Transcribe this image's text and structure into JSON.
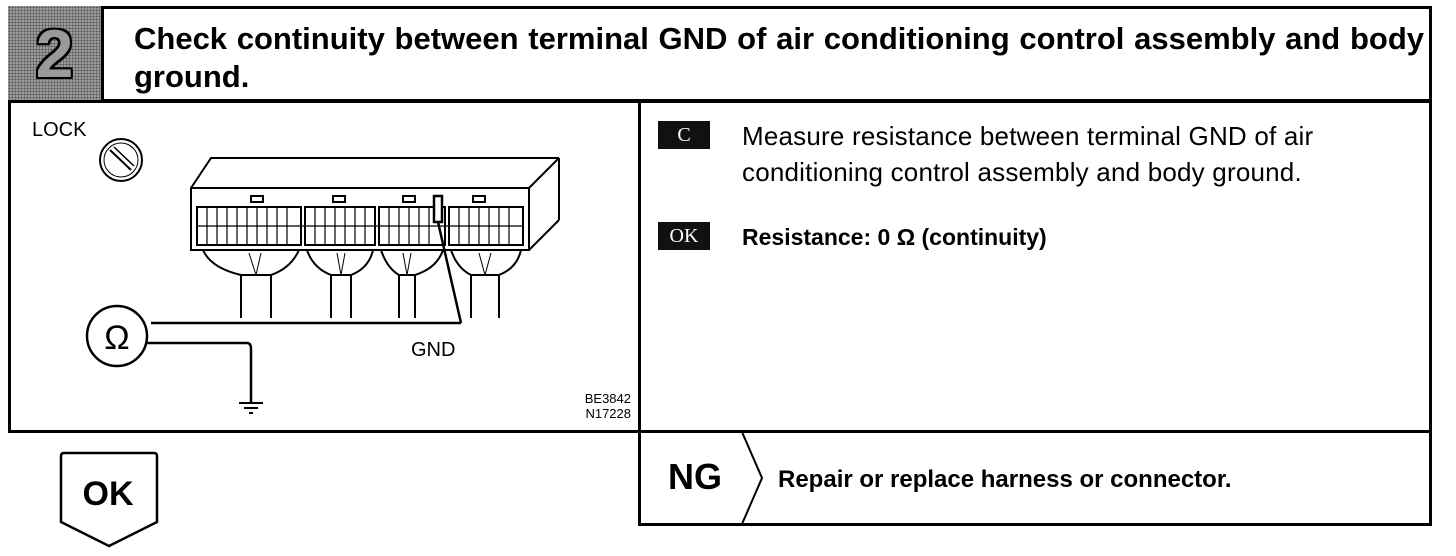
{
  "step": {
    "number": "2",
    "title": "Check continuity between terminal GND of air conditioning control assembly and body ground."
  },
  "illustration": {
    "lock_label": "LOCK",
    "terminal_label": "GND",
    "ohm_symbol": "Ω",
    "code_line1": "BE3842",
    "code_line2": "N17228"
  },
  "check": {
    "tag": "C",
    "instruction": "Measure resistance between terminal GND of air conditioning control assembly and body ground."
  },
  "ok_spec": {
    "tag": "OK",
    "text": "Resistance: 0 Ω (continuity)"
  },
  "ng": {
    "label": "NG",
    "action": "Repair or replace harness or connector."
  },
  "ok_next": {
    "label": "OK"
  }
}
